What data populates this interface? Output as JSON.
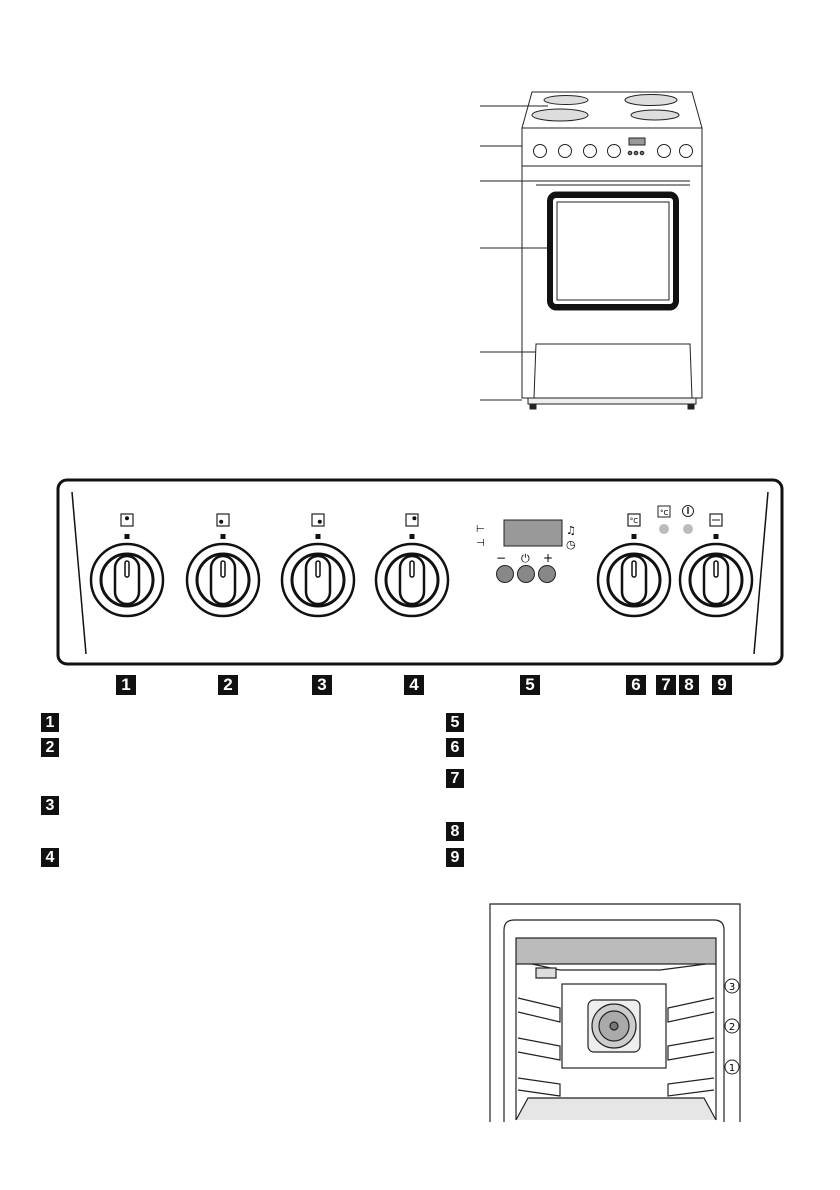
{
  "control_panel": {
    "labels": [
      "1",
      "2",
      "3",
      "4",
      "5",
      "6",
      "7",
      "8",
      "9"
    ],
    "timer_buttons": [
      "−",
      "⏻",
      "+"
    ],
    "temp_symbol": "°C"
  },
  "legend": {
    "left": [
      "1",
      "2",
      "3",
      "4"
    ],
    "right": [
      "5",
      "6",
      "7",
      "8",
      "9"
    ]
  },
  "oven_interior": {
    "shelf_levels": [
      "3",
      "2",
      "1"
    ]
  }
}
